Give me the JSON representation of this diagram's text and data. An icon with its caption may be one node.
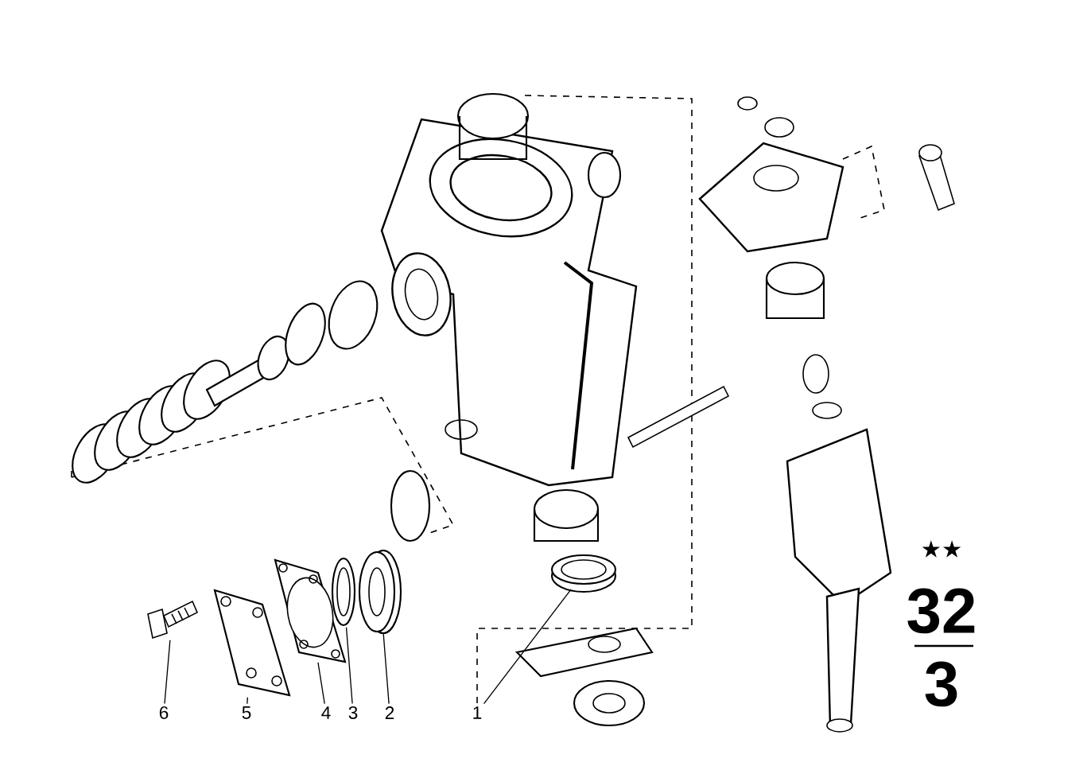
{
  "diagram": {
    "nodes": [
      {
        "text": [
          "6"
        ]
      },
      {
        "text": [
          "5"
        ]
      },
      {
        "text": [
          "4"
        ]
      },
      {
        "text": [
          "3"
        ]
      },
      {
        "text": [
          "2"
        ]
      },
      {
        "text": [
          "1"
        ]
      },
      {
        "text": [],
        "shape": "picture"
      },
      {
        "text": [],
        "shape": "picture"
      },
      {
        "text": [],
        "shape": "picture"
      },
      {
        "text": [],
        "shape": "picture"
      },
      {
        "text": [],
        "shape": "picture"
      },
      {
        "text": [],
        "shape": "picture"
      }
    ],
    "edges": [
      {
        "from": 0,
        "to": 6,
        "arrow": "none"
      },
      {
        "from": 1,
        "to": 7,
        "arrow": "none"
      },
      {
        "from": 2,
        "to": 8,
        "arrow": "none"
      },
      {
        "from": 3,
        "to": 9,
        "arrow": "none"
      },
      {
        "from": 4,
        "to": 10,
        "arrow": "none"
      },
      {
        "from": 5,
        "to": 11,
        "arrow": "none"
      }
    ],
    "labels": [
      "★★",
      "32",
      "3"
    ]
  }
}
